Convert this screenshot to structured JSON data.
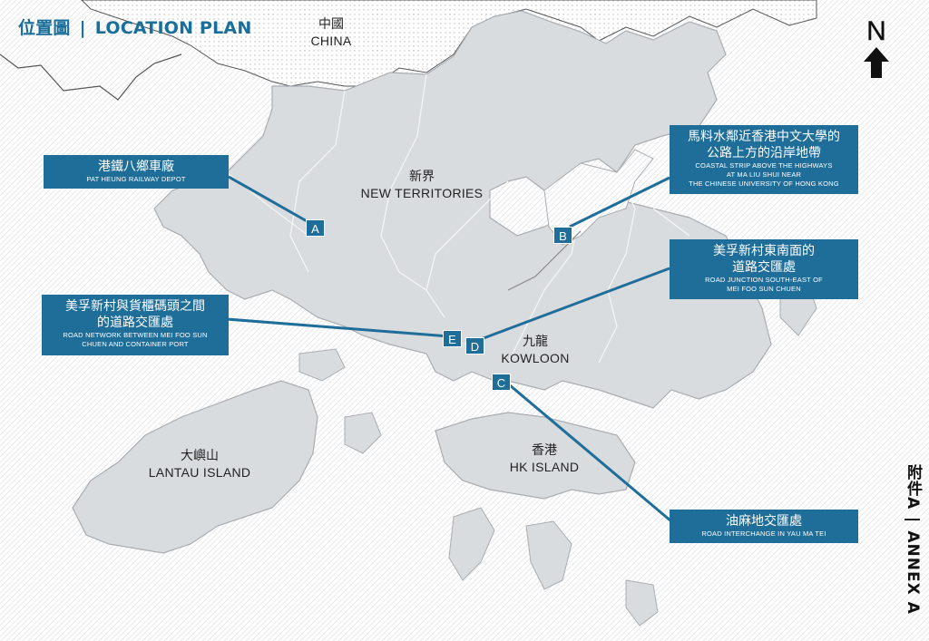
{
  "header": {
    "title_zh": "位置圖",
    "separator": "|",
    "title_en": "LOCATION PLAN"
  },
  "north_arrow": {
    "label": "N",
    "icon": "north-arrow-icon"
  },
  "regions": {
    "china": {
      "zh": "中國",
      "en": "CHINA"
    },
    "new_territories": {
      "zh": "新界",
      "en": "NEW TERRITORIES"
    },
    "kowloon": {
      "zh": "九龍",
      "en": "KOWLOON"
    },
    "lantau": {
      "zh": "大嶼山",
      "en": "LANTAU ISLAND"
    },
    "hk_island": {
      "zh": "香港",
      "en": "HK ISLAND"
    }
  },
  "sites": [
    {
      "id": "A",
      "zh": "港鐵八鄉車廠",
      "en": "PAT HEUNG RAILWAY DEPOT"
    },
    {
      "id": "B",
      "zh": "馬料水鄰近香港中文大學的公路上方的沿岸地帶",
      "zh_line1": "馬料水鄰近香港中文大學的",
      "zh_line2": "公路上方的沿岸地帶",
      "en_line1": "COASTAL STRIP ABOVE THE HIGHWAYS",
      "en_line2": "AT MA LIU SHUI NEAR",
      "en_line3": "THE CHINESE UNIVERSITY OF HONG KONG"
    },
    {
      "id": "C",
      "zh": "油麻地交匯處",
      "en": "ROAD INTERCHANGE IN YAU MA TEI"
    },
    {
      "id": "D",
      "zh_line1": "美孚新村東南面的",
      "zh_line2": "道路交匯處",
      "en_line1": "ROAD JUNCTION SOUTH-EAST OF",
      "en_line2": "MEI FOO SUN CHUEN"
    },
    {
      "id": "E",
      "zh_line1": "美孚新村與貨櫃碼頭之間",
      "zh_line2": "的道路交匯處",
      "en_line1": "ROAD NETWORK BETWEEN MEI FOO SUN",
      "en_line2": "CHUEN AND CONTAINER PORT"
    }
  ],
  "annex": {
    "zh": "附件A",
    "separator": "|",
    "en": "ANNEX A"
  },
  "colors": {
    "accent": "#1f6e9a",
    "land": "#d9dcdf",
    "border": "#ffffff"
  }
}
